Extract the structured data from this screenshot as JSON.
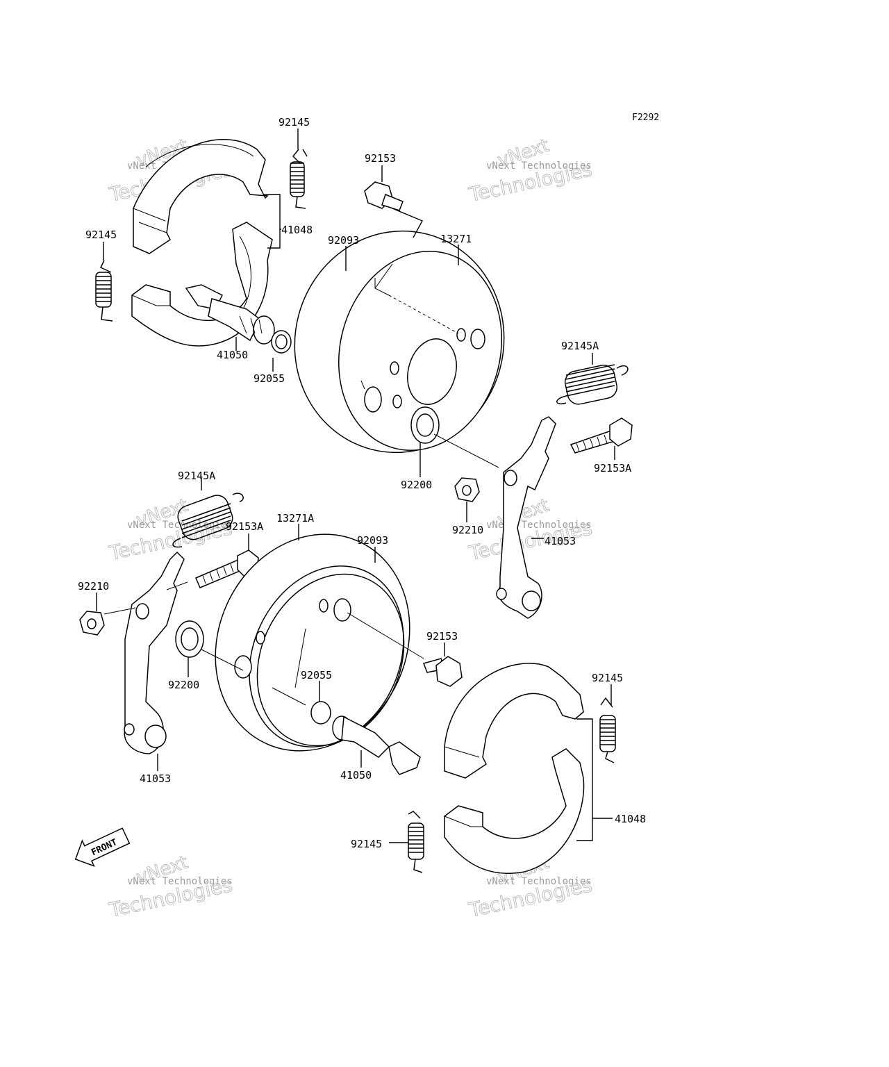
{
  "figure_code": "F2292",
  "watermark": {
    "small_text": "vNext Technologies",
    "outline_top": "vNext",
    "outline_bottom": "Technologies"
  },
  "labels": {
    "top_spring_92145": "92145",
    "left_spring_92145": "92145",
    "top_shoe_41048": "41048",
    "top_cam_41050": "41050",
    "top_washer_92055": "92055",
    "top_bolt_92153": "92153",
    "top_panel_92093": "92093",
    "top_drum_13271": "13271",
    "right_spring_92145A": "92145A",
    "right_bolt_92153A": "92153A",
    "top_seal_92200": "92200",
    "top_nut_92210": "92210",
    "right_lever_41053": "41053",
    "left_spring_92145A": "92145A",
    "left_bolt_92153A": "92153A",
    "bottom_drum_13271A": "13271A",
    "bottom_panel_92093": "92093",
    "left_nut_92210": "92210",
    "bottom_seal_92200": "92200",
    "bottom_washer_92055": "92055",
    "bottom_bolt_92153": "92153",
    "bottom_spring_92145_right": "92145",
    "bottom_cam_41050": "41050",
    "bottom_lever_41053": "41053",
    "bottom_shoe_41048": "41048",
    "bottom_spring_92145_left": "92145",
    "front_arrow": "FRONT"
  }
}
